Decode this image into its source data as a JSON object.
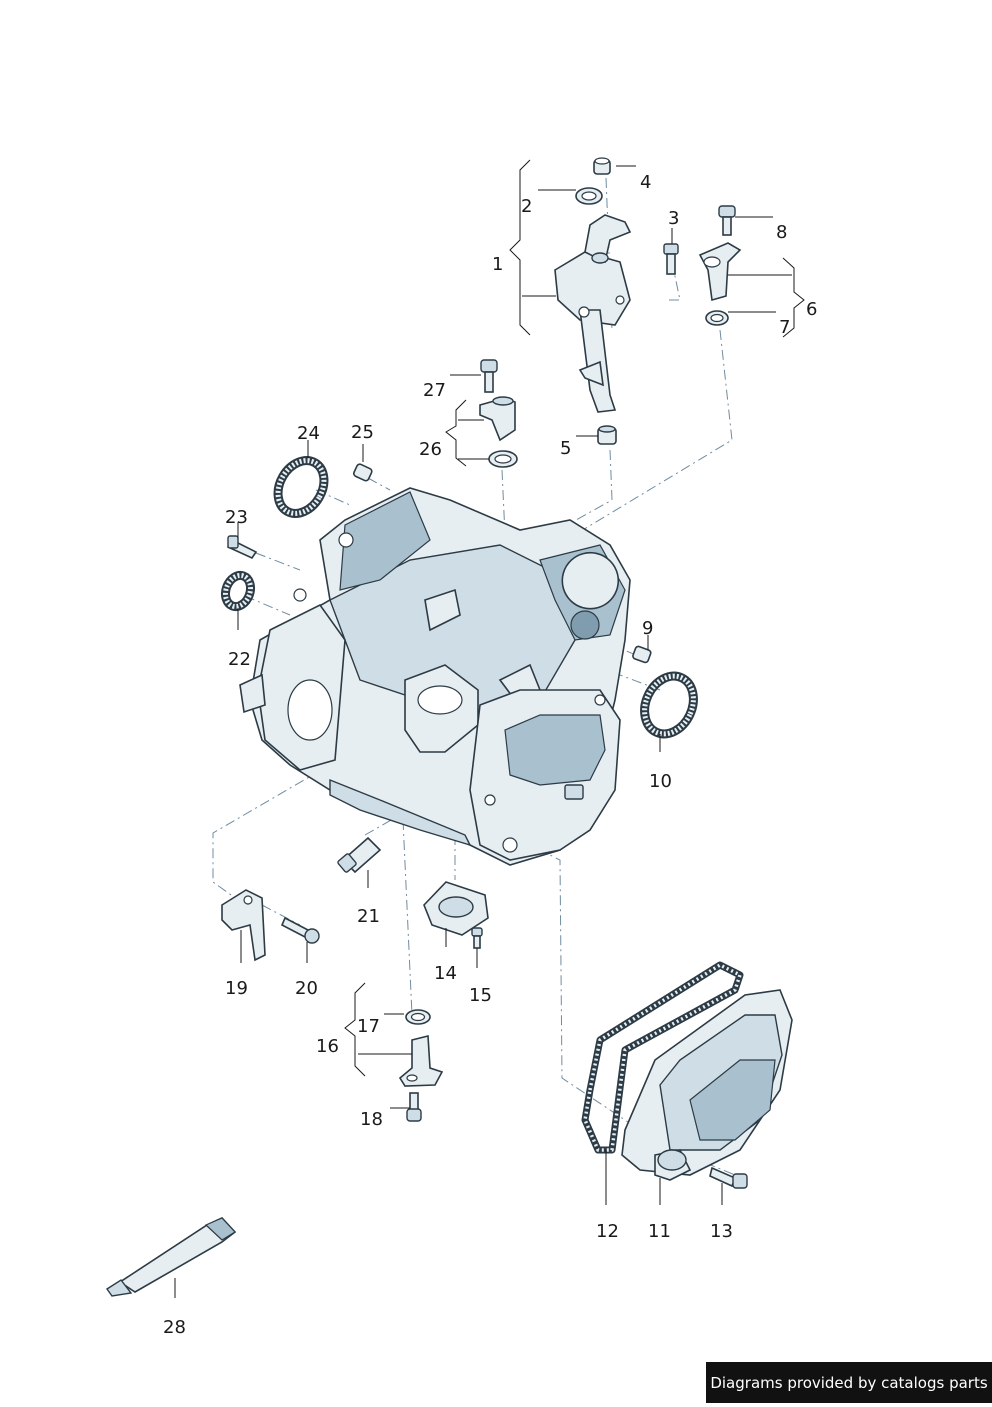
{
  "diagram": {
    "callouts": [
      {
        "id": "1",
        "text": "1"
      },
      {
        "id": "2",
        "text": "2"
      },
      {
        "id": "3",
        "text": "3"
      },
      {
        "id": "4",
        "text": "4"
      },
      {
        "id": "5",
        "text": "5"
      },
      {
        "id": "6",
        "text": "6"
      },
      {
        "id": "7",
        "text": "7"
      },
      {
        "id": "8",
        "text": "8"
      },
      {
        "id": "9",
        "text": "9"
      },
      {
        "id": "10",
        "text": "10"
      },
      {
        "id": "11",
        "text": "11"
      },
      {
        "id": "12",
        "text": "12"
      },
      {
        "id": "13",
        "text": "13"
      },
      {
        "id": "14",
        "text": "14"
      },
      {
        "id": "15",
        "text": "15"
      },
      {
        "id": "16",
        "text": "16"
      },
      {
        "id": "17",
        "text": "17"
      },
      {
        "id": "18",
        "text": "18"
      },
      {
        "id": "19",
        "text": "19"
      },
      {
        "id": "20",
        "text": "20"
      },
      {
        "id": "21",
        "text": "21"
      },
      {
        "id": "22",
        "text": "22"
      },
      {
        "id": "23",
        "text": "23"
      },
      {
        "id": "24",
        "text": "24"
      },
      {
        "id": "25",
        "text": "25"
      },
      {
        "id": "26",
        "text": "26"
      },
      {
        "id": "27",
        "text": "27"
      },
      {
        "id": "28",
        "text": "28"
      }
    ]
  },
  "footer": {
    "credit": "Diagrams provided by catalogs parts"
  },
  "colors": {
    "line": "#1a1a1a",
    "part_fill": "#e6eef2",
    "part_outline": "#2c3b45",
    "dash": "#6f8ca0",
    "credit_bg": "#111111"
  }
}
